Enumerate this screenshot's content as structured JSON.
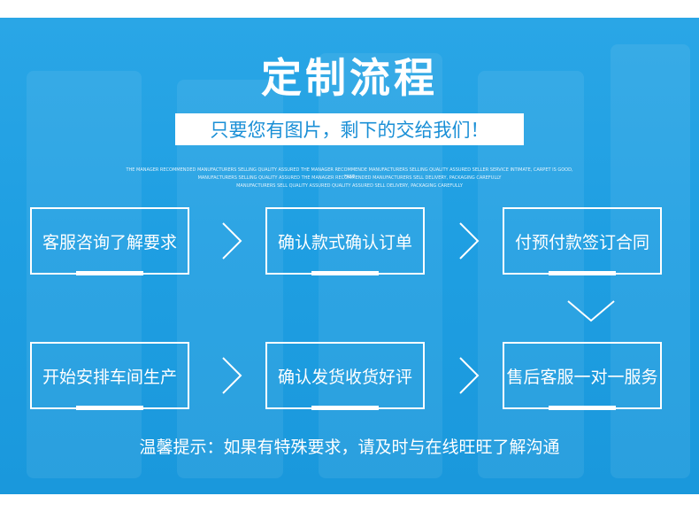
{
  "header": {
    "title": "定制流程",
    "subtitle": "只要您有图片，剩下的交给我们！",
    "english_lines": [
      "THE MANAGER RECOMMENDED MANUFACTURERS SELLING QUALITY ASSURED THE MANAGER RECOMMENDE MANUFACTURERS SELLING QUALITY ASSURED SELLER SERVICE INTIMATE, CARPET IS GOOD, FAST",
      "MANUFACTURERS SELLING QUALITY ASSURED THE MANAGER RECOMMENDED MANUFACTURERS SELL DELIVERY, PACKAGING CAREFULLY",
      "MANUFACTURERS SELL QUALITY ASSURED QUALITY ASSURED SELL DELIVERY, PACKAGING CAREFULLY"
    ]
  },
  "steps": [
    {
      "label": "客服咨询了解要求"
    },
    {
      "label": "确认款式确认订单"
    },
    {
      "label": "付预付款签订合同"
    },
    {
      "label": "开始安排车间生产"
    },
    {
      "label": "确认发货收货好评"
    },
    {
      "label": "售后客服一对一服务"
    }
  ],
  "footer": {
    "tip": "温馨提示：如果有特殊要求，请及时与在线旺旺了解沟通"
  },
  "colors": {
    "background": "#1f9fe2",
    "accent_text": "#1a8fd6",
    "foreground": "#ffffff"
  }
}
